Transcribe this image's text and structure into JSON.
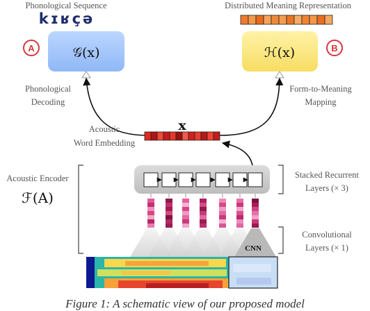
{
  "decoder": {
    "top_label": "Phonological Sequence",
    "phonemes": "kɪʁçə",
    "badge": "A",
    "function": "𝒢(x)",
    "label_line1": "Phonological",
    "label_line2": "Decoding"
  },
  "mapper": {
    "top_label": "Distributed Meaning Representation",
    "badge": "B",
    "function": "ℋ(x)",
    "label_line1": "Form-to-Meaning",
    "label_line2": "Mapping"
  },
  "embedding": {
    "symbol": "x",
    "label_line1": "Acoustic",
    "label_line2": "Word Embedding"
  },
  "encoder": {
    "label": "Acoustic Encoder",
    "function": "ℱ(A)"
  },
  "layers": {
    "recurrent_line1": "Stacked Recurrent",
    "recurrent_line2": "Layers (× 3)",
    "conv_line1": "Convolutional",
    "conv_line2": "Layers (× 1)",
    "cnn_tag": "CNN"
  },
  "caption": "Figure 1: A schematic view of our proposed model"
}
